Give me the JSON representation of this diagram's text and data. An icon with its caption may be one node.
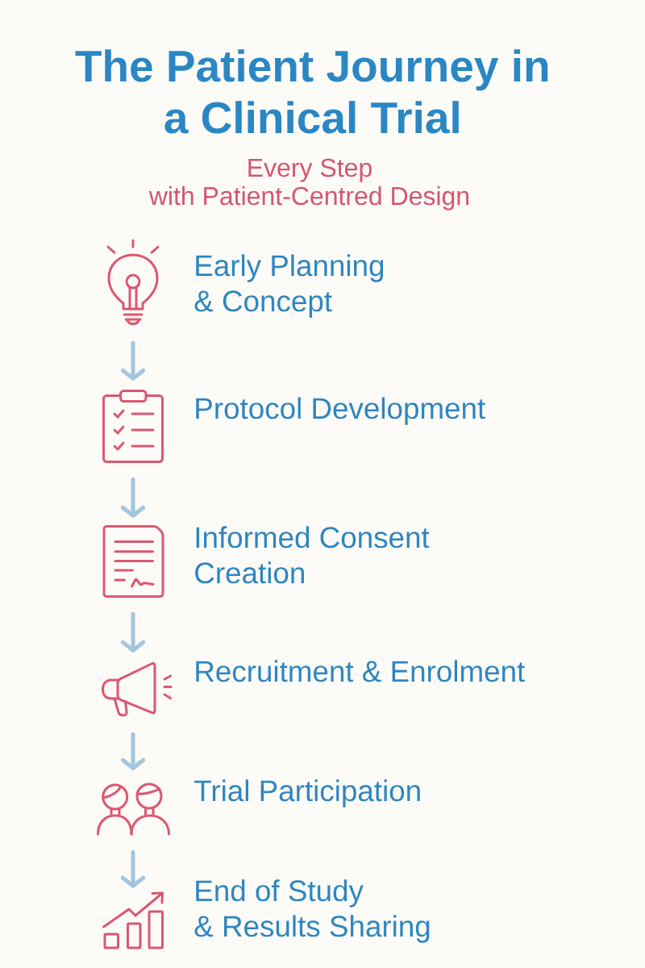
{
  "diagram": {
    "title": "The Patient Journey in a Clinical Trial",
    "nodes": [
      {
        "text": [],
        "shape": "picture",
        "beside": [
          "Early Planning & Concept"
        ]
      },
      {
        "text": [],
        "shape": "picture",
        "beside": [
          "Protocol Development"
        ]
      },
      {
        "text": [],
        "shape": "picture",
        "beside": [
          "Informed Consent Creation"
        ]
      },
      {
        "text": [],
        "shape": "picture",
        "beside": [
          "Recruitment & Enrolment"
        ]
      },
      {
        "text": [],
        "shape": "picture",
        "beside": [
          "Trial Participation"
        ]
      },
      {
        "text": [],
        "shape": "picture",
        "beside": [
          "End of Study & Results Sharing"
        ]
      }
    ],
    "edges": [
      {
        "from": 0,
        "to": 1,
        "arrow": "to"
      },
      {
        "from": 1,
        "to": 2,
        "arrow": "to"
      },
      {
        "from": 2,
        "to": 3,
        "arrow": "to"
      },
      {
        "from": 3,
        "to": 4,
        "arrow": "to"
      },
      {
        "from": 4,
        "to": 5,
        "arrow": "to"
      }
    ],
    "labels": [
      "Every Step with Patient-Centred Design"
    ]
  }
}
